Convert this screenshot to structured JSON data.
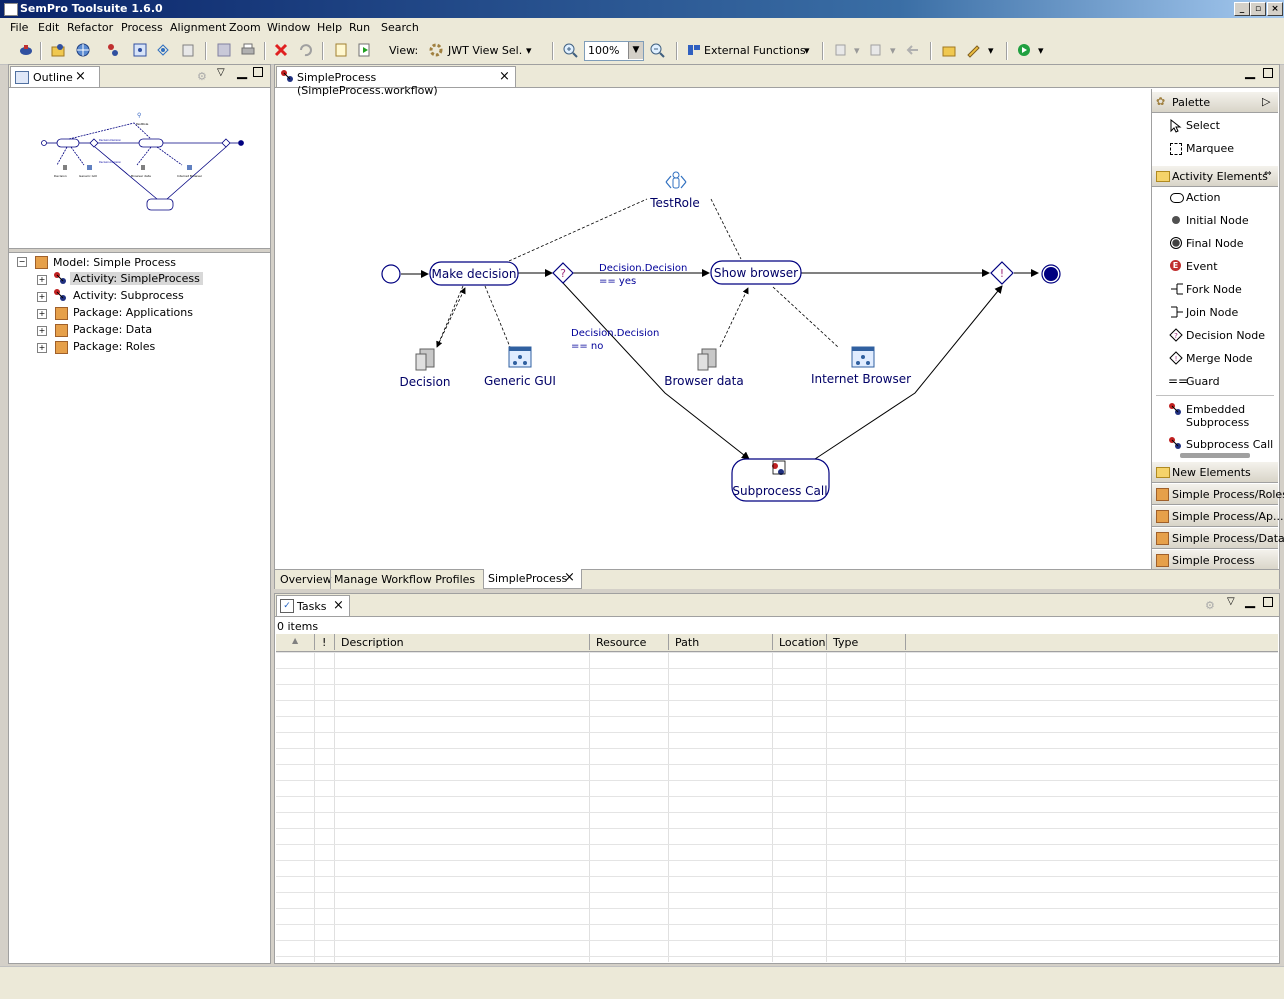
{
  "window": {
    "title": "SemPro Toolsuite 1.6.0"
  },
  "menu": [
    "File",
    "Edit",
    "Refactor",
    "Process",
    "Alignment",
    "Zoom",
    "Window",
    "Help",
    "Run",
    "Search"
  ],
  "toolbar": {
    "view_label": "View:",
    "view_select": "JWT View Sel.",
    "zoom": "100%",
    "external": "External Functions"
  },
  "outline": {
    "tab": "Outline",
    "thumb_texts": [
      "TestRole",
      "Make decision",
      "Show browser",
      "Decision",
      "Generic GUI",
      "Browser data",
      "Internet Browser",
      "Subprocess Call"
    ]
  },
  "tree": {
    "root": "Model: Simple Process",
    "items": [
      "Activity: SimpleProcess",
      "Activity: Subprocess",
      "Package: Applications",
      "Package: Data",
      "Package: Roles"
    ]
  },
  "editor": {
    "tab": "SimpleProcess (SimpleProcess.workflow)",
    "bottom_tabs": [
      "Overview",
      "Manage Workflow Profiles",
      "SimpleProcess"
    ]
  },
  "diagram": {
    "nodes": {
      "make_decision": "Make decision",
      "show_browser": "Show browser",
      "subprocess_call": "Subprocess Call",
      "testrole": "TestRole",
      "decision": "Decision",
      "generic_gui": "Generic GUI",
      "browser_data": "Browser data",
      "internet_browser": "Internet Browser"
    },
    "guards": {
      "yes_1": "Decision.Decision",
      "yes_2": "== yes",
      "no_1": "Decision.Decision",
      "no_2": "== no"
    }
  },
  "palette": {
    "header": "Palette",
    "tools": [
      "Select",
      "Marquee"
    ],
    "activity_drawer": "Activity Elements",
    "elements": [
      "Action",
      "Initial Node",
      "Final Node",
      "Event",
      "Fork Node",
      "Join Node",
      "Decision Node",
      "Merge Node",
      "Guard",
      "Embedded Subprocess",
      "Subprocess Call"
    ],
    "embedded_1": "Embedded",
    "embedded_2": "Subprocess",
    "drawers": [
      "New Elements",
      "Simple Process/Roles",
      "Simple Process/Ap...",
      "Simple Process/Data",
      "Simple Process"
    ]
  },
  "tasks": {
    "tab": "Tasks",
    "count": "0 items",
    "columns": [
      "",
      "!",
      "Description",
      "Resource",
      "Path",
      "Location",
      "Type"
    ]
  }
}
